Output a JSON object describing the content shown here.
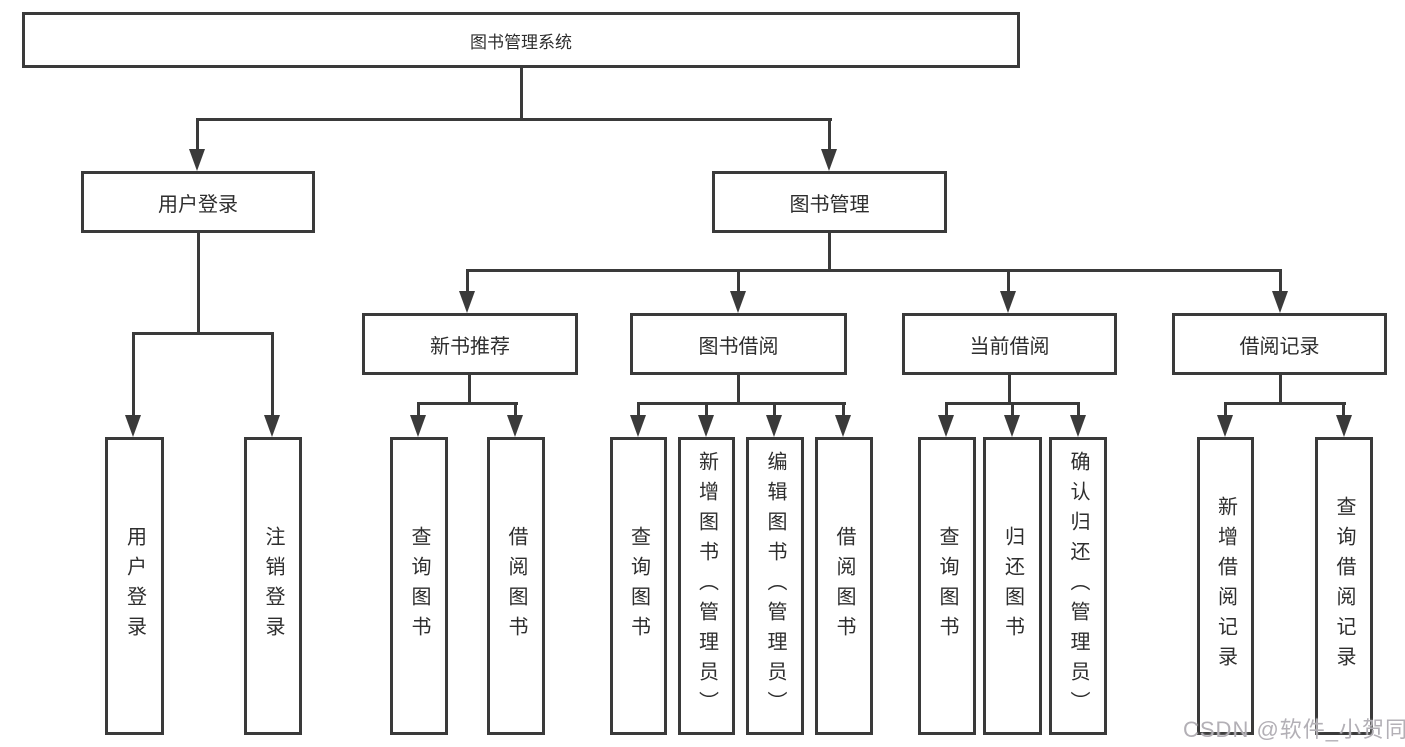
{
  "watermark": "CSDN @软件_小贺同学",
  "root": {
    "label": "图书管理系统"
  },
  "level2": {
    "user_login": {
      "label": "用户登录"
    },
    "book_mgmt": {
      "label": "图书管理"
    }
  },
  "level3": {
    "new_book_rec": {
      "label": "新书推荐"
    },
    "book_borrow": {
      "label": "图书借阅"
    },
    "current_borrow": {
      "label": "当前借阅"
    },
    "borrow_records": {
      "label": "借阅记录"
    }
  },
  "leaves": {
    "user_login_children": [
      {
        "label": "用户登录"
      },
      {
        "label": "注销登录"
      }
    ],
    "new_book_rec_children": [
      {
        "label": "查询图书"
      },
      {
        "label": "借阅图书"
      }
    ],
    "book_borrow_children": [
      {
        "label": "查询图书"
      },
      {
        "label": "新增图书（管理员）"
      },
      {
        "label": "编辑图书（管理员）"
      },
      {
        "label": "借阅图书"
      }
    ],
    "current_borrow_children": [
      {
        "label": "查询图书"
      },
      {
        "label": "归还图书"
      },
      {
        "label": "确认归还（管理员）"
      }
    ],
    "borrow_records_children": [
      {
        "label": "新增借阅记录"
      },
      {
        "label": "查询借阅记录"
      }
    ]
  },
  "colors": {
    "line": "#3a3a3a",
    "text": "#2e2e2e",
    "background": "#ffffff",
    "watermark": "#b3b0b6"
  }
}
